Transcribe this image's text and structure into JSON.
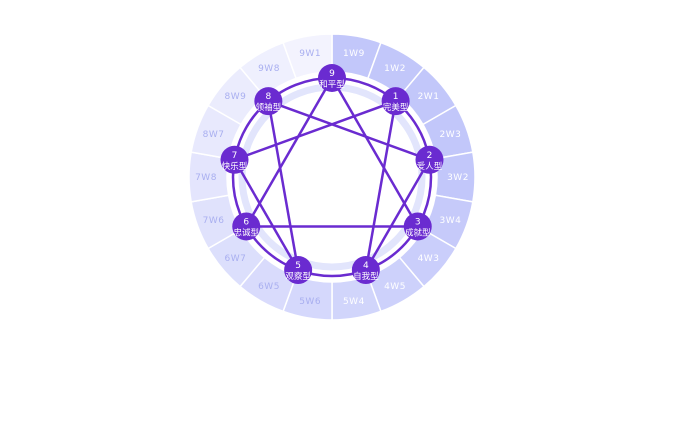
{
  "wings": [
    "1W9",
    "1W2",
    "2W1",
    "2W3",
    "3W2",
    "3W4",
    "4W3",
    "4W5",
    "5W4",
    "5W6",
    "6W5",
    "6W7",
    "7W6",
    "7W8",
    "8W7",
    "8W9",
    "9W8",
    "9W1"
  ],
  "types": [
    {
      "num": "1",
      "name": "完美型"
    },
    {
      "num": "2",
      "name": "爱人型"
    },
    {
      "num": "3",
      "name": "成就型"
    },
    {
      "num": "4",
      "name": "自我型"
    },
    {
      "num": "5",
      "name": "观察型"
    },
    {
      "num": "6",
      "name": "忠诚型"
    },
    {
      "num": "7",
      "name": "快乐型"
    },
    {
      "num": "8",
      "name": "领袖型"
    },
    {
      "num": "9",
      "name": "和平型"
    }
  ],
  "connections": [
    [
      1,
      4
    ],
    [
      4,
      2
    ],
    [
      2,
      8
    ],
    [
      8,
      5
    ],
    [
      5,
      7
    ],
    [
      7,
      1
    ],
    [
      3,
      6
    ],
    [
      6,
      9
    ],
    [
      9,
      3
    ]
  ],
  "colors": {
    "node": "#6a2bd0",
    "line": "#6a2bd0",
    "wing_dark": "#c2c7fa",
    "wing_light": "#f3f3fe",
    "wing_text_light": "#ffffff",
    "wing_text_dark": "#a9aff0",
    "inner_band": "#e2e5fc"
  }
}
